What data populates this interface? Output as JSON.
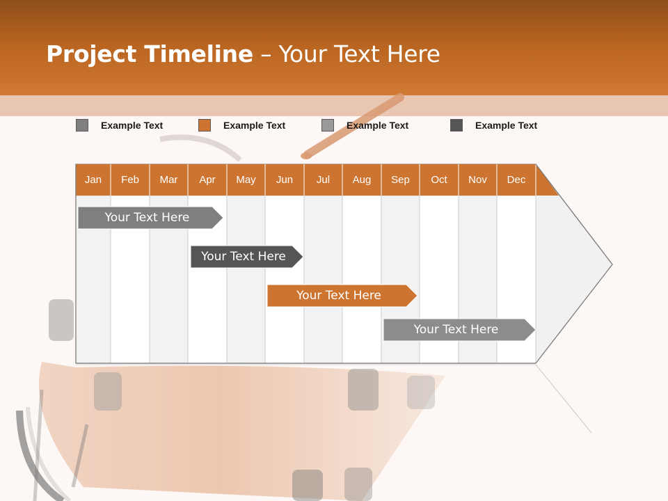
{
  "title": {
    "bold": "Project Timeline",
    "rest": " – Your Text Here"
  },
  "colors": {
    "accent": "#cd7430",
    "gray_light": "#7f7f7f",
    "gray_mid": "#8c8c8c",
    "gray_dark": "#555555",
    "grid_line": "#bcbcbc"
  },
  "legend": [
    {
      "label": "Example Text",
      "color": "#7f7f7f"
    },
    {
      "label": "Example Text",
      "color": "#cd7430"
    },
    {
      "label": "Example Text",
      "color": "#9a9a9a"
    },
    {
      "label": "Example Text",
      "color": "#555555"
    }
  ],
  "months": [
    "Jan",
    "Feb",
    "Mar",
    "Apr",
    "May",
    "Jun",
    "Jul",
    "Aug",
    "Sep",
    "Oct",
    "Nov",
    "Dec"
  ],
  "tasks": [
    {
      "label": "Your  Text Here",
      "start": "Jan",
      "end": "Apr",
      "color": "#7f7f7f"
    },
    {
      "label": "Your  Text Here",
      "start": "Apr",
      "end": "Jun",
      "color": "#555555"
    },
    {
      "label": "Your  Text Here",
      "start": "Jun",
      "end": "Sep",
      "color": "#cd7430"
    },
    {
      "label": "Your  Text Here",
      "start": "Sep",
      "end": "Dec",
      "color": "#8c8c8c"
    }
  ]
}
